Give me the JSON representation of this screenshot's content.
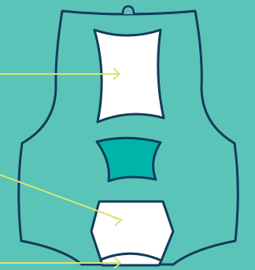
{
  "diagram": {
    "background_color": "#5bc4b8",
    "outline_color": "#123b5c",
    "panel_fill_color": "#ffffff",
    "center_panel_fill_color": "#00b4a8",
    "pointer_color": "#d7e47a",
    "hanger_icon": "hanger-loop-icon",
    "panels": [
      {
        "name": "upper-insert",
        "fill": "#ffffff"
      },
      {
        "name": "center-insert",
        "fill": "#00b4a8"
      },
      {
        "name": "lower-insert",
        "fill": "#ffffff"
      },
      {
        "name": "bottom-insert",
        "fill": "#ffffff"
      }
    ],
    "pointers": [
      {
        "target": "upper-insert"
      },
      {
        "target": "lower-insert"
      },
      {
        "target": "bottom-insert"
      }
    ]
  }
}
